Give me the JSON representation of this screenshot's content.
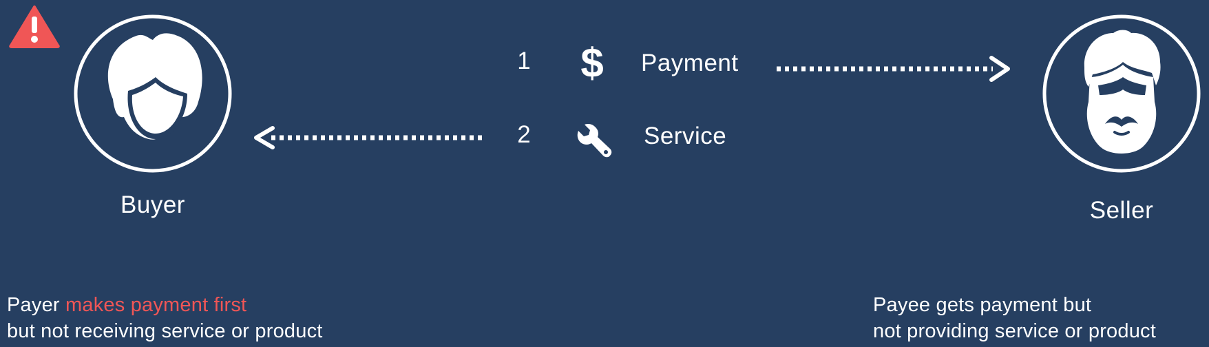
{
  "colors": {
    "background": "#263f61",
    "foreground": "#ffffff",
    "warning": "#f05656",
    "highlight": "#f05656"
  },
  "warning": {
    "icon": "warning-triangle-icon"
  },
  "buyer": {
    "label": "Buyer",
    "icon": "woman-avatar-icon",
    "note": {
      "lead": "Payer",
      "highlight": "makes payment first",
      "line2": "but not receiving service or product"
    }
  },
  "seller": {
    "label": "Seller",
    "icon": "bearded-man-avatar-icon",
    "note": {
      "line1": "Payee gets payment but",
      "line2": "not providing service or product"
    }
  },
  "steps": [
    {
      "number": "1",
      "label": "Payment",
      "icon": "dollar-icon",
      "direction": "to-seller"
    },
    {
      "number": "2",
      "label": "Service",
      "icon": "wrench-icon",
      "direction": "to-buyer"
    }
  ]
}
